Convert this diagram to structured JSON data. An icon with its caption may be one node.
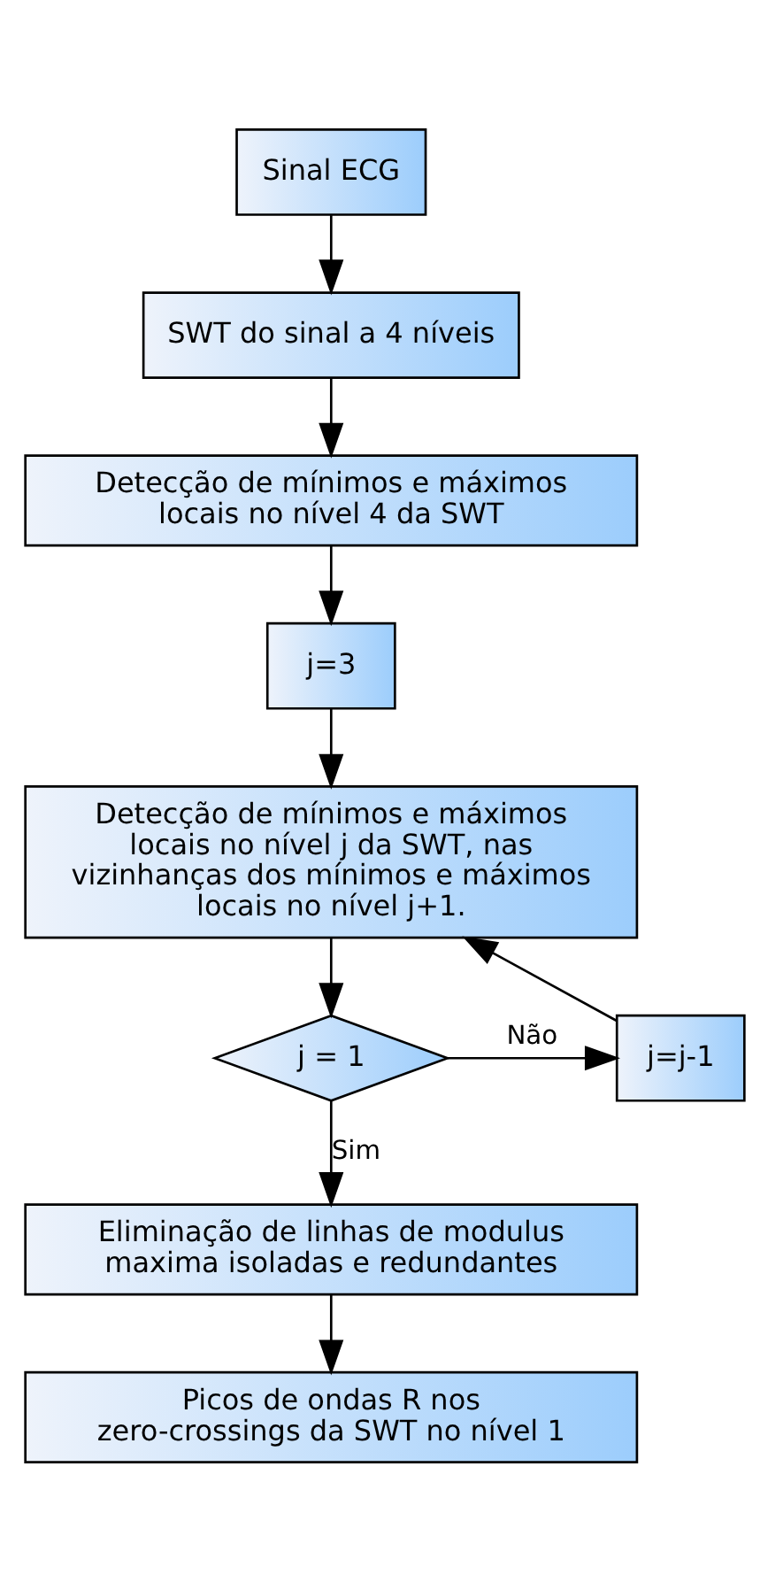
{
  "diagram": {
    "nodes": [
      {
        "text": [
          "Sinal ECG"
        ]
      },
      {
        "text": [
          "SWT do sinal a 4 níveis"
        ]
      },
      {
        "text": [
          "Detecção de mínimos e máximos locais no nível 4 da SWT"
        ]
      },
      {
        "text": [
          "j=3"
        ]
      },
      {
        "text": [
          "Detecção de mínimos e máximos locais no nível j da SWT, nas vizinhanças dos mínimos e máximos locais no nível j+1."
        ]
      },
      {
        "text": [
          "j = 1"
        ]
      },
      {
        "text": [
          "j=j-1"
        ]
      },
      {
        "text": [
          "Eliminação de linhas de modulus maxima isoladas e redundantes"
        ]
      },
      {
        "text": [
          "Picos de ondas R nos zero-crossings da SWT no nível 1"
        ]
      }
    ],
    "edges": [
      {
        "from": 0,
        "to": 1,
        "arrow": "to"
      },
      {
        "from": 1,
        "to": 2,
        "arrow": "to"
      },
      {
        "from": 2,
        "to": 3,
        "arrow": "to"
      },
      {
        "from": 3,
        "to": 4,
        "arrow": "to"
      },
      {
        "from": 4,
        "to": 5,
        "arrow": "to"
      },
      {
        "from": 5,
        "to": 6,
        "arrow": "to",
        "label": "Não"
      },
      {
        "from": 6,
        "to": 4,
        "arrow": "to"
      },
      {
        "from": 5,
        "to": 7,
        "arrow": "to",
        "label": "Sim"
      },
      {
        "from": 7,
        "to": 8,
        "arrow": "to"
      }
    ]
  }
}
